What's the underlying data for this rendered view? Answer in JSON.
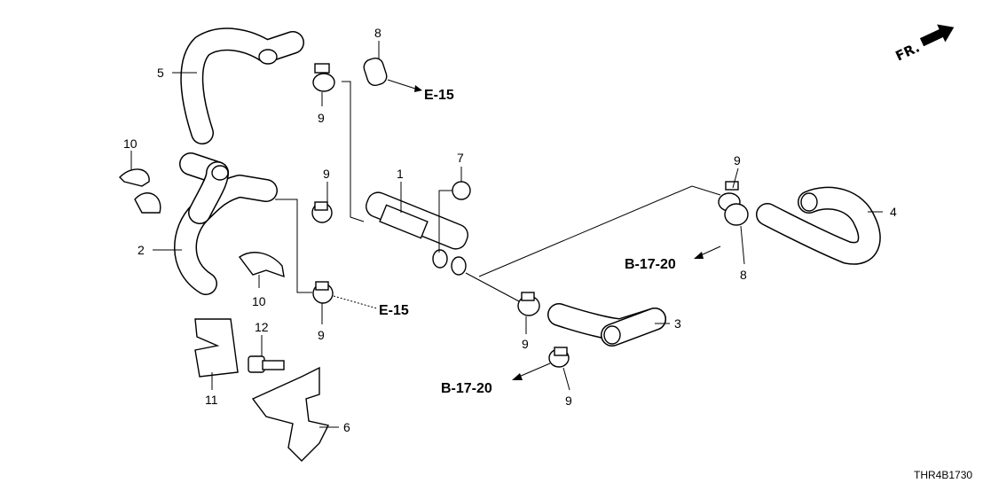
{
  "direction_indicator": {
    "label": "FR."
  },
  "diagram_code": "THR4B1730",
  "callouts": {
    "c8_top": "8",
    "c9_top": "9",
    "c5": "5",
    "c10_left": "10",
    "c2": "2",
    "c10_mid": "10",
    "c11": "11",
    "c12": "12",
    "c6": "6",
    "c9_mid": "9",
    "c1": "1",
    "c7": "7",
    "c9_right": "9",
    "c4": "4",
    "c8_right": "8",
    "c9_low": "9",
    "c9_center": "9",
    "c3": "3",
    "c9_bottom": "9"
  },
  "references": {
    "e15_top": "E-15",
    "e15_mid": "E-15",
    "b1720_right": "B-17-20",
    "b1720_bottom": "B-17-20"
  }
}
